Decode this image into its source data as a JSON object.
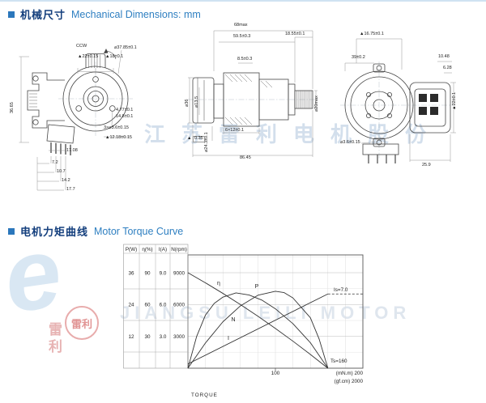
{
  "page": {
    "watermark_cn": "江苏雷利电机股份",
    "watermark_en": "JIANGSU LEILI MOTOR",
    "logo_letter": "e",
    "logo_seal": "雷利",
    "logo_cal": "雷利"
  },
  "sections": {
    "mech": {
      "title_zh": "机械尺寸",
      "title_en": "Mechanical Dimensions: mm"
    },
    "torque": {
      "title_zh": "电机力矩曲线",
      "title_en": "Motor Torque Curve"
    }
  },
  "dims": {
    "left": {
      "ccw": "CCW",
      "d22": "▲22±0.15",
      "d18": "▲18±0.1",
      "d3785": "⌀37.85±0.1",
      "h3665": "36.65",
      "d477": "4.77±0.1",
      "d148": "14.8±0.1",
      "d36x3": "3×⌀3.6±0.15",
      "d1218": "▲12.18±0.15",
      "d1708": "17.08",
      "s72": "7.2",
      "s107": "10.7",
      "s142": "14.2",
      "s177": "17.7"
    },
    "mid": {
      "d68": "68max",
      "d595": "59.5±0.3",
      "d1855": "18.55±0.1",
      "d85": "8.5±0.3",
      "d36": "⌀36",
      "d135": "⌀13.5",
      "d20": "⌀20max",
      "d243": "⌀24.3±0.1",
      "d6x12": "6×12±0.1",
      "datum": "▲",
      "d035": "0.35",
      "d8645": "86.45"
    },
    "right": {
      "d1675": "▲16.75±0.1",
      "d39": "39±0.2",
      "d1048": "10.48",
      "d628": "6.28",
      "d22": "▲22±0.1",
      "d36": "⌀3.6±0.15",
      "d259": "25.9"
    }
  },
  "chart_data": {
    "type": "line",
    "title": "Motor Torque Curve",
    "xlabel": "TORQUE",
    "x_axis": {
      "unit_primary": "(mN.m)",
      "unit_secondary": "(gf.cm)",
      "tick_mid": "100",
      "tick_max": "200",
      "tick_max_secondary": "2000",
      "range_mNm": [
        0,
        200
      ]
    },
    "y_axes": {
      "headers": [
        "P(W)",
        "η(%)",
        "I(A)",
        "N(rpm)"
      ],
      "rows": [
        [
          "36",
          "90",
          "9.0",
          "9000"
        ],
        [
          "24",
          "60",
          "6.0",
          "6000"
        ],
        [
          "12",
          "30",
          "3.0",
          "3000"
        ]
      ],
      "scale_max_at_top_gridline": {
        "P": 36,
        "eta": 90,
        "I": 9.0,
        "N": 9000
      }
    },
    "annotations": {
      "stall_current": "Is=7.0",
      "stall_torque": "Ts=160"
    },
    "series": [
      {
        "name": "N",
        "scale": "N",
        "x": [
          0,
          20,
          40,
          60,
          80,
          100,
          120,
          140,
          160
        ],
        "y": [
          9000,
          8050,
          7050,
          6000,
          4900,
          3750,
          2550,
          1300,
          0
        ]
      },
      {
        "name": "I",
        "scale": "I",
        "x": [
          0,
          160
        ],
        "y": [
          0.4,
          7.0
        ],
        "dash_extension": {
          "x": [
            160,
            200
          ],
          "y": 7.0
        }
      },
      {
        "name": "P",
        "scale": "P",
        "x": [
          0,
          20,
          40,
          60,
          80,
          100,
          110,
          120,
          140,
          150,
          160
        ],
        "y": [
          0,
          9.5,
          17.5,
          23.5,
          27.5,
          29,
          28.5,
          26.5,
          19,
          11,
          0
        ]
      },
      {
        "name": "η",
        "scale": "eta",
        "x": [
          0,
          10,
          20,
          30,
          40,
          55,
          70,
          85,
          100,
          120,
          140,
          160
        ],
        "y": [
          0,
          30,
          50,
          61,
          67,
          71,
          69,
          64,
          56,
          42,
          24,
          0
        ]
      }
    ]
  }
}
